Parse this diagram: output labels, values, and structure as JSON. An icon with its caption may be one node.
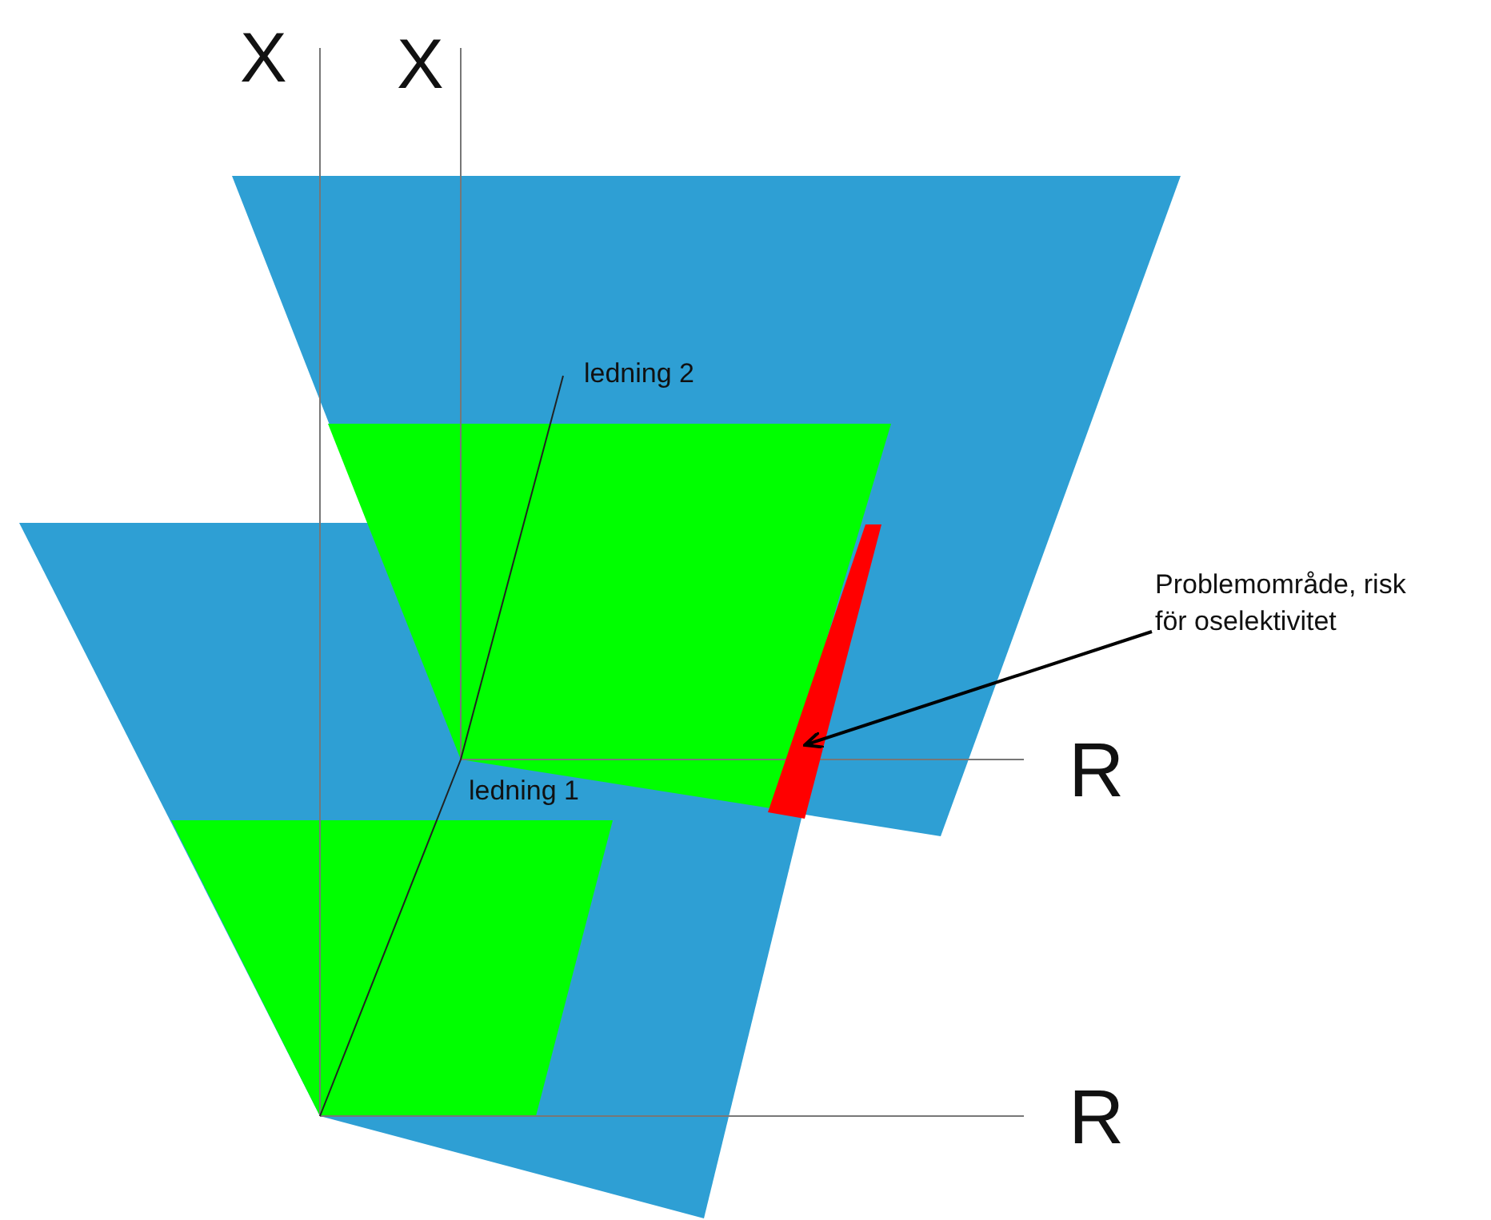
{
  "diagram": {
    "nodes": [
      {
        "text": [
          "Problemområde, risk för oselektivitet"
        ]
      },
      {
        "text": [],
        "shape": "bar"
      }
    ],
    "edges": [
      {
        "from": 0,
        "to": 1,
        "arrow": "to"
      }
    ],
    "labels": [
      "X",
      "X",
      "ledning 2",
      "ledning 1",
      "R",
      "R"
    ]
  }
}
